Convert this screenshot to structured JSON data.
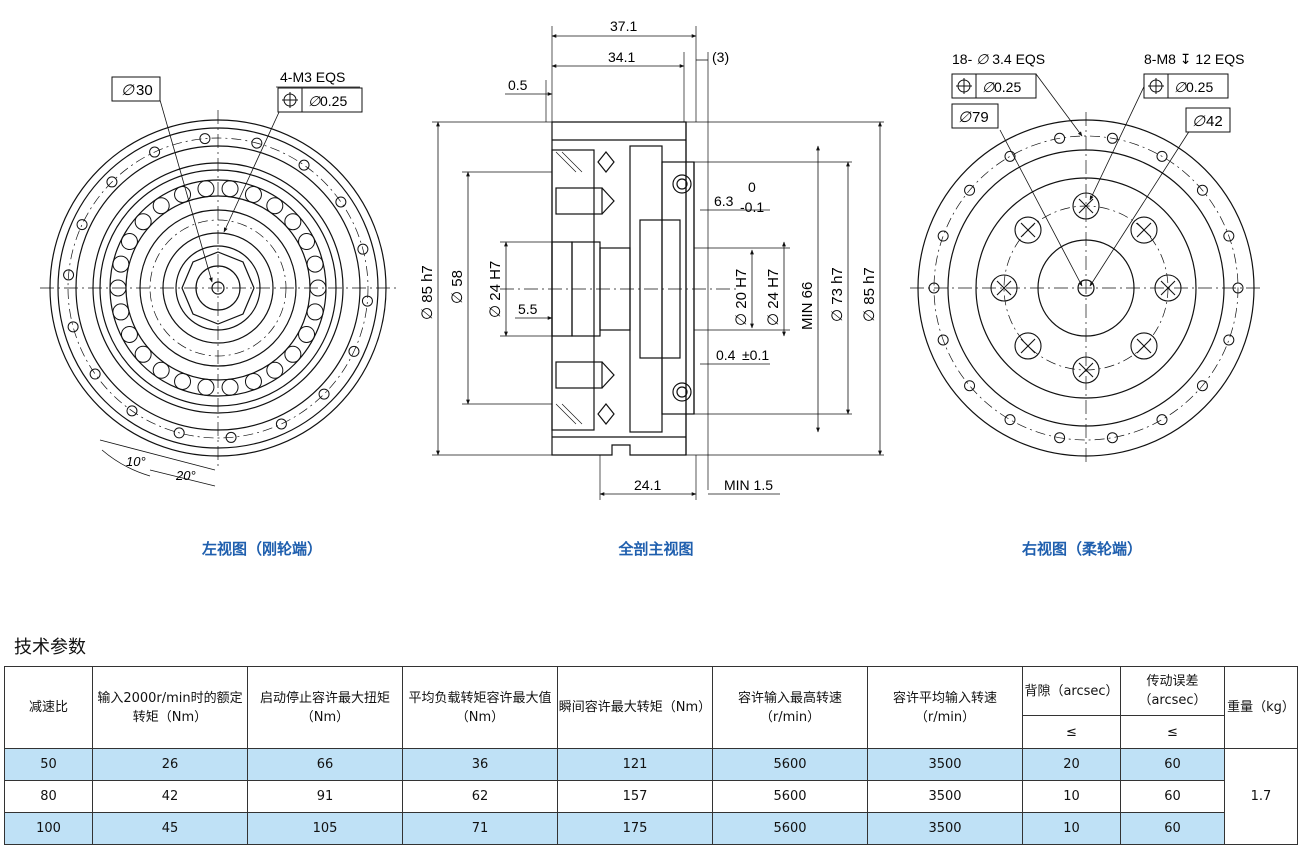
{
  "drawings": {
    "left": {
      "caption": "左视图（刚轮端）",
      "labels": {
        "bore": "30",
        "holes": "4-M3 EQS",
        "position_tol": "0.25",
        "angle1": "10°",
        "angle2": "20°"
      }
    },
    "middle": {
      "caption": "全剖主视图",
      "labels": {
        "d37": "37.1",
        "d34": "34.1",
        "d3": "(3)",
        "d05": "0.5",
        "d63": "6.3",
        "tol_up": "0",
        "tol_dn": "-0.1",
        "d55": "5.5",
        "d04": "0.4",
        "tol_pm": "±0.1",
        "d241": "24.1",
        "dmin15": "MIN 1.5",
        "v85a": "85 h7",
        "v58": "58",
        "v24a": "24 H7",
        "v20": "20 H7",
        "v24b": "24 H7",
        "v66": "MIN  66",
        "v73": "73 h7",
        "v85b": "85 h7"
      }
    },
    "right": {
      "caption": "右视图（柔轮端）",
      "labels": {
        "holes18": "18- ",
        "holes18b": "3.4 EQS",
        "tol1": "0.25",
        "d79": "79",
        "holes8": "8-M8",
        "depth": "12 EQS",
        "tol2": "0.25",
        "d42": "42"
      }
    }
  },
  "section_title": "技术参数",
  "table": {
    "headers": {
      "ratio": "减速比",
      "rated_torque": "输入2000r/min时的额定转矩（Nm）",
      "start_stop": "启动停止容许最大扭矩（Nm）",
      "avg_load": "平均负载转矩容许最大值（Nm）",
      "instant": "瞬间容许最大转矩（Nm）",
      "max_speed": "容许输入最高转速（r/min）",
      "avg_speed": "容许平均输入转速（r/min）",
      "backlash": "背隙（arcsec）",
      "trans_err": "传动误差（arcsec）",
      "weight": "重量（kg）",
      "le1": "≤",
      "le2": "≤"
    },
    "rows": [
      {
        "ratio": "50",
        "rated_torque": "26",
        "start_stop": "66",
        "avg_load": "36",
        "instant": "121",
        "max_speed": "5600",
        "avg_speed": "3500",
        "backlash": "20",
        "trans_err": "60"
      },
      {
        "ratio": "80",
        "rated_torque": "42",
        "start_stop": "91",
        "avg_load": "62",
        "instant": "157",
        "max_speed": "5600",
        "avg_speed": "3500",
        "backlash": "10",
        "trans_err": "60"
      },
      {
        "ratio": "100",
        "rated_torque": "45",
        "start_stop": "105",
        "avg_load": "71",
        "instant": "175",
        "max_speed": "5600",
        "avg_speed": "3500",
        "backlash": "10",
        "trans_err": "60"
      }
    ],
    "weight_value": "1.7",
    "highlight_color": "#bfe1f6"
  }
}
